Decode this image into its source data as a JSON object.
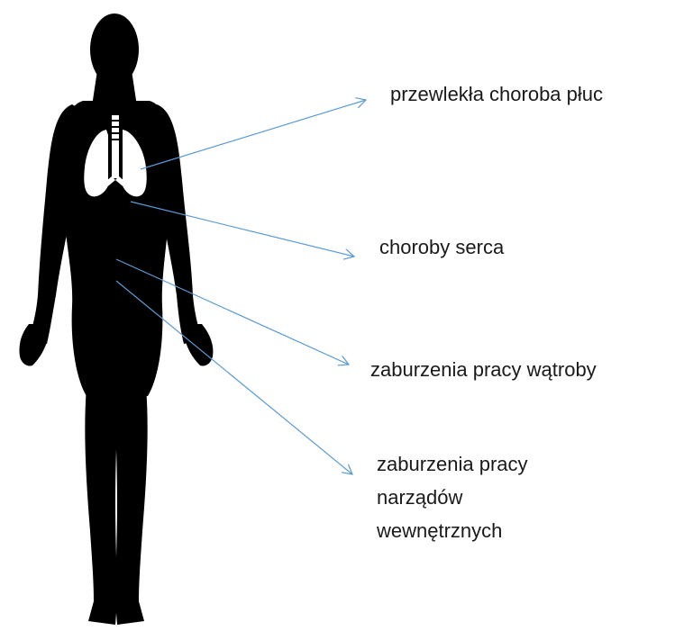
{
  "labels": {
    "lungs": "przewlekła choroba płuc",
    "heart": "choroby serca",
    "liver": "zaburzenia pracy wątroby",
    "organs_line1": "zaburzenia pracy",
    "organs_line2": "narządów",
    "organs_line3": "wewnętrznych"
  },
  "colors": {
    "silhouette": "#000000",
    "lungs": "#ffffff",
    "arrows": "#5b9bd5",
    "text": "#1a1a1a"
  }
}
